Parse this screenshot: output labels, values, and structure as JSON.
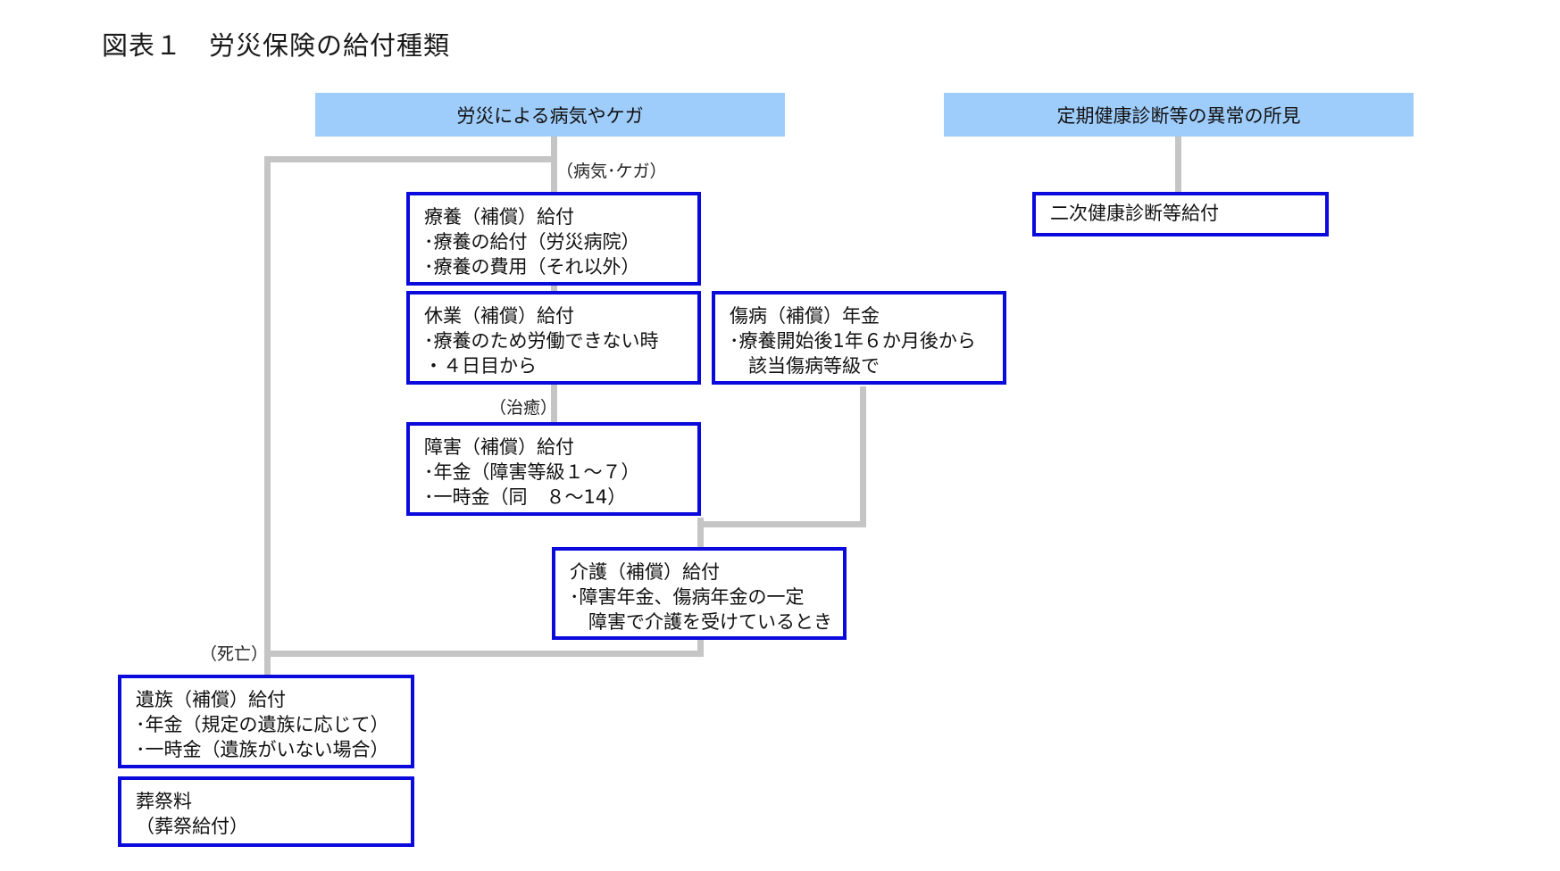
{
  "title": "図表１　労災保険の給付種類",
  "headers": {
    "injury": "労災による病気やケガ",
    "checkup": "定期健康診断等の異常の所見"
  },
  "labels": {
    "illness_injury": "（病気･ケガ）",
    "cured": "（治癒）",
    "death": "（死亡）"
  },
  "boxes": {
    "medical": [
      "療養（補償）給付",
      "･療養の給付（労災病院）",
      "･療養の費用（それ以外）"
    ],
    "absence": [
      "休業（補償）給付",
      "･療養のため労働できない時",
      "・４日目から"
    ],
    "injury_pension": [
      "傷病（補償）年金",
      "･療養開始後1年６か月後から",
      "　該当傷病等級で"
    ],
    "disability": [
      "障害（補償）給付",
      "･年金（障害等級１～７）",
      "･一時金（同　８～14）"
    ],
    "nursing": [
      "介護（補償）給付",
      "･障害年金、傷病年金の一定",
      "　障害で介護を受けているとき"
    ],
    "survivor": [
      "遺族（補償）給付",
      "･年金（規定の遺族に応じて）",
      "･一時金（遺族がいない場合）"
    ],
    "funeral": [
      "葬祭料",
      "（葬祭給付）"
    ],
    "secondary_checkup": [
      "二次健康診断等給付"
    ]
  },
  "colors": {
    "header_fill": "#9fcdfb",
    "box_border": "#0a0adc",
    "connector": "#c5c5c5"
  }
}
